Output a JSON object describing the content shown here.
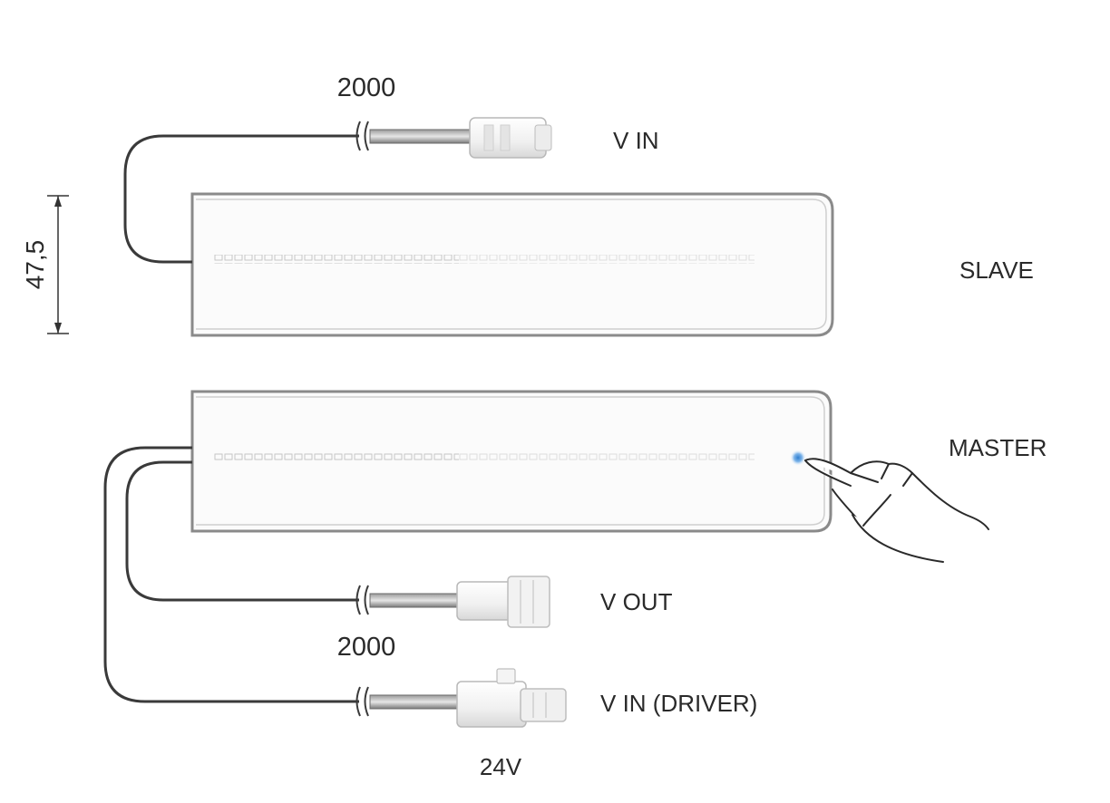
{
  "labels": {
    "top_cable_length": "2000",
    "bottom_cable_length": "2000",
    "height_dimension": "47,5",
    "v_in": "V IN",
    "slave": "SLAVE",
    "master": "MASTER",
    "v_out": "V OUT",
    "v_in_driver": "V IN (DRIVER)",
    "voltage": "24V"
  },
  "colors": {
    "cable": "#3a3a3a",
    "panel_frame": "#8a8a8a",
    "panel_fill": "#fbfbfb",
    "led_outline": "#c9c9c9",
    "touch_sensor": "#5b9bd5",
    "connector": "#f4f4f4"
  },
  "icons": {
    "touch": "hand-pointing-icon",
    "connector": "plug-connector-icon"
  }
}
